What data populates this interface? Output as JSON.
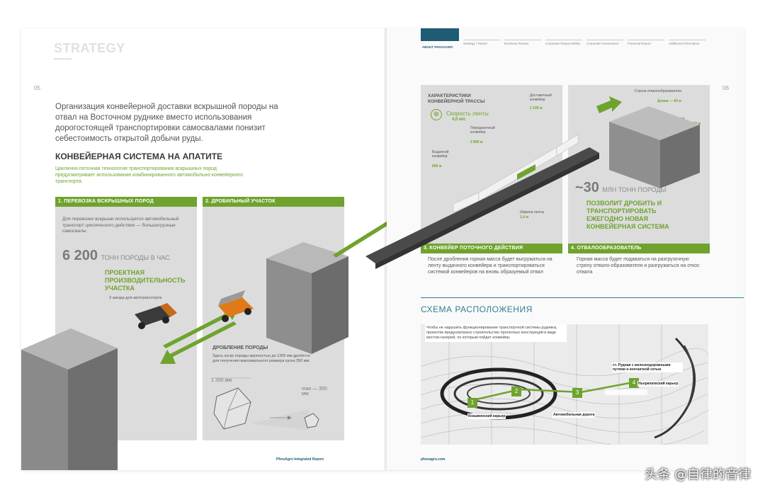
{
  "left": {
    "header_title": "STRATEGY",
    "page_number": "05",
    "intro": "Организация конвейерной доставки вскрышной породы на отвал на Восточном руднике вместо использования дорогостоящей транспортировки самосвалами понизит себестоимость открытой добычи руды.",
    "section_title": "КОНВЕЙЕРНАЯ СИСТЕМА НА АПАТИТЕ",
    "lead": "Циклично-поточная технология транспортирования вскрышных пород предусматривает использование комбинированного автомобильно-конвейерного транспорта.",
    "panel1": {
      "header": "1. ПЕРЕВОЗКА ВСКРЫШНЫХ ПОРОД",
      "text": "Для перевозки вскрыши используется автомобильный транспорт циклического действия — большегрузные самосвалы",
      "number": "6 200",
      "unit": "ТОНН ПОРОДЫ В ЧАС",
      "green": "ПРОЕКТНАЯ ПРОИЗВОДИТЕЛЬНОСТЬ УЧАСТКА",
      "note": "3 заезда для автотранспорта"
    },
    "panel2": {
      "header": "2. ДРОБИЛЬНЫЙ УЧАСТОК",
      "sub": "ДРОБЛЕНИЕ ПОРОДЫ",
      "text": "Здесь куски породы крупностью до 1200 мм дробятся для получения максимального размера куска 350 мм",
      "size1": "1 200 мм",
      "size2": "max — 350 мм"
    },
    "footer": "PhosAgro Integrated Report"
  },
  "right": {
    "page_number": "06",
    "nav": [
      {
        "label": "ABOUT PHOSAGRO"
      },
      {
        "label": "Strategy / Report"
      },
      {
        "label": "Business Review"
      },
      {
        "label": "Corporate Responsibility"
      },
      {
        "label": "Corporate Governance"
      },
      {
        "label": "Financial Report"
      },
      {
        "label": "Additional Information"
      }
    ],
    "conveyor": {
      "title": "ХАРАКТЕРИСТИКИ КОНВЕЙЕРНОЙ ТРАССЫ",
      "speed_label": "Скорость ленты",
      "speed_value": "4,0 м/с",
      "l1_label": "Выдачной конвейер",
      "l1_value": "600 м",
      "l2_label": "Переданочный конвейер",
      "l2_value": "2 800 м",
      "l3_label": "Доставочный конвейер",
      "l3_value": "1 100 м",
      "width_label": "Ширина ленты",
      "width_value": "1,4 м",
      "header": "3. КОНВЕЙЕР ПОТОЧНОГО ДЕЙСТВИЯ",
      "text": "После дробления горная масса будет выгружаться на ленту выдачного конвейера и транспортироваться системой конвейеров на вновь образуемый отвал"
    },
    "dump": {
      "boom_label": "Стрела отвалообразователя",
      "boom_value": "Длина — 60 м",
      "heap_label": "Отвал",
      "heap_value": "Высота — 32 м",
      "number": "~30",
      "unit": "МЛН ТОНН ПОРОДЫ",
      "green": "ПОЗВОЛИТ ДРОБИТЬ И ТРАНСПОРТИРОВАТЬ ЕЖЕГОДНО НОВАЯ КОНВЕЙЕРНАЯ СИСТЕМА",
      "header": "4. ОТВАЛООБРАЗОВАТЕЛЬ",
      "text": "Горная масса будет подаваться на разгрузочную стрелу отвало-образователя и разгружаться на откос отвала"
    },
    "scheme": {
      "title": "СХЕМА РАСПОЛОЖЕНИЯ",
      "text": "Чтобы не нарушить функционирование транспортной системы рудника, проектом предусмотрено строительство пролетных конструкций в виде мостов-галерей, по которым пойдет конвейер.",
      "m1": "1",
      "m2": "2",
      "m3": "3",
      "m4": "4",
      "label1": "Коашвинский карьер",
      "label2": "Автомобильная дорога",
      "label3": "ст. Рудная с железнодорожными путями и контактной сетью",
      "label4": "Ньоркпахкский карьер"
    },
    "footer": "phosagro.com"
  },
  "watermark": "头条 @自律的音律"
}
